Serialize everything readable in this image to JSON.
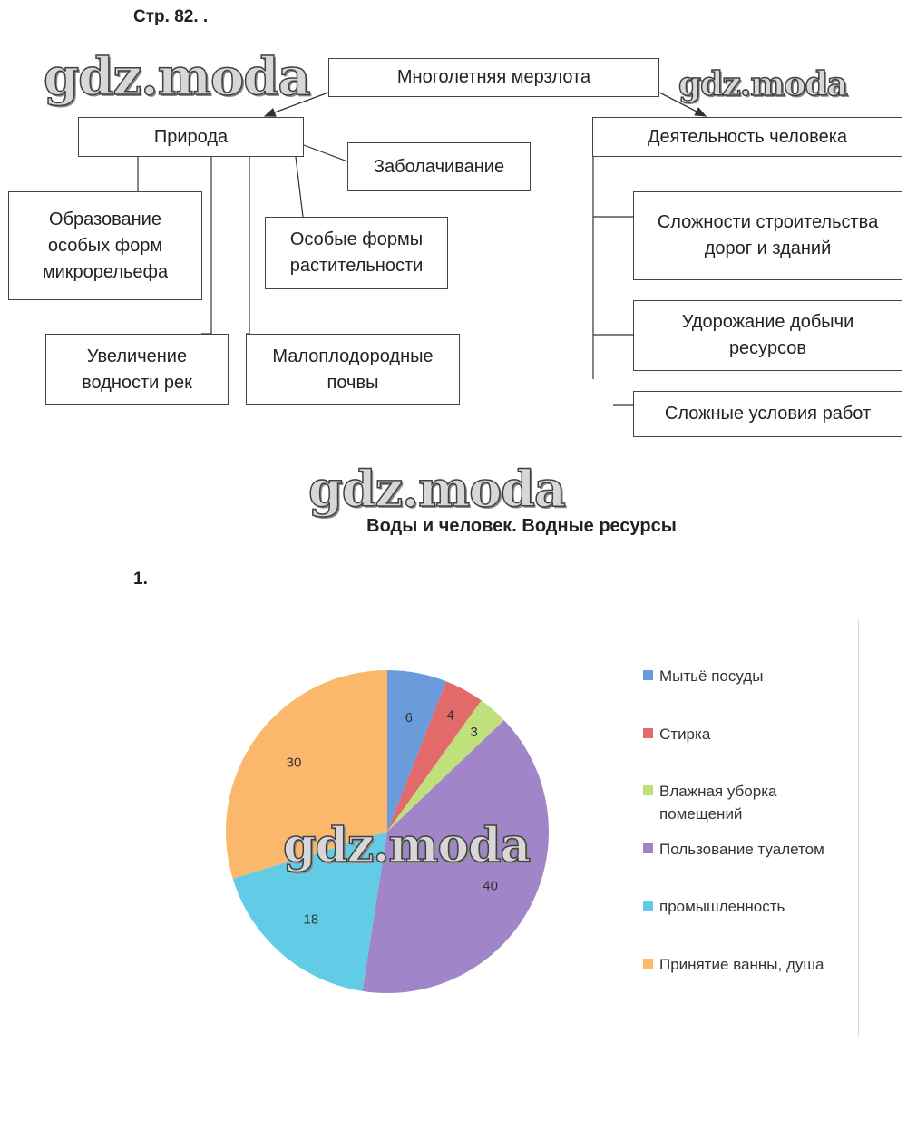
{
  "page": {
    "header": "Стр. 82. ."
  },
  "watermark": {
    "text": "gdz.moda"
  },
  "diagram": {
    "root": "Многолетняя мерзлота",
    "nature": {
      "title": "Природа",
      "items": [
        "Заболачивание",
        "Образование особых форм микрорельефа",
        "Особые формы растительности",
        "Увеличение водности рек",
        "Малоплодородные почвы"
      ]
    },
    "human": {
      "title": "Деятельность человека",
      "items": [
        "Сложности строительства дорог и зданий",
        "Удорожание добычи ресурсов",
        "Сложные условия работ"
      ]
    }
  },
  "section_title": "Воды и человек. Водные ресурсы",
  "task_number": "1.",
  "chart_data": {
    "type": "pie",
    "title": "",
    "categories": [
      "Мытьё посуды",
      "Стирка",
      "Влажная уборка помещений",
      "Пользование туалетом",
      "промышленность",
      "Принятие ванны, душа"
    ],
    "values": [
      6,
      4,
      3,
      40,
      18,
      30
    ],
    "value_labels": [
      "6",
      "4",
      "3",
      "40",
      "18",
      "30"
    ],
    "colors": [
      "#6a9bdb",
      "#e26a6a",
      "#bfe07a",
      "#a086c8",
      "#62cbe6",
      "#fbb76b"
    ],
    "start": "top, clockwise",
    "legend_position": "right"
  }
}
